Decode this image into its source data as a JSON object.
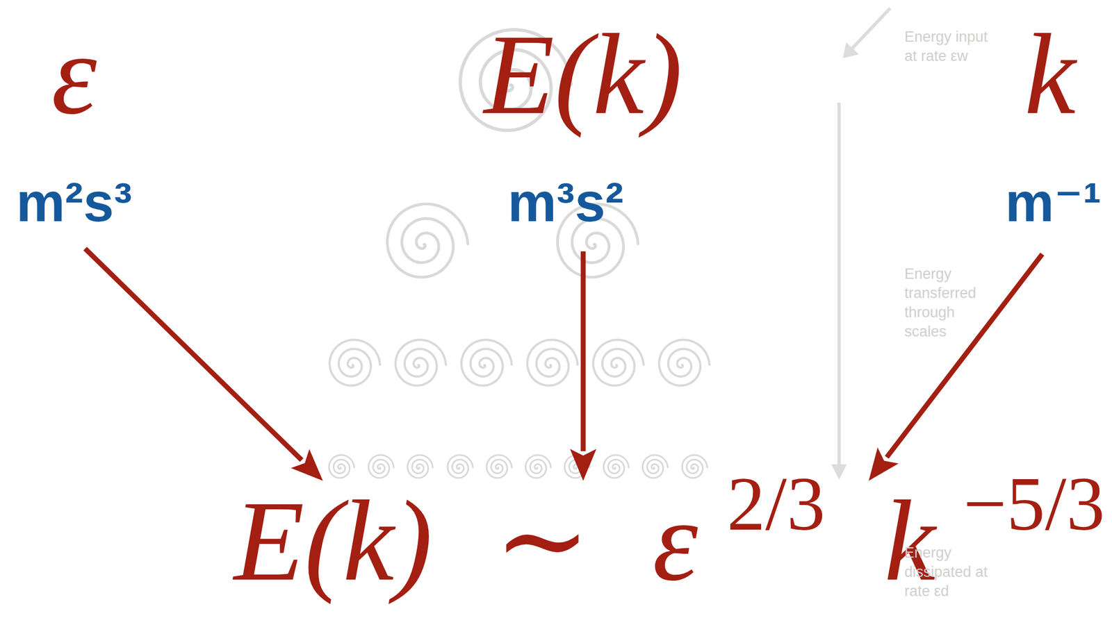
{
  "diagram": {
    "nodes": [
      {
        "text": [
          "ε",
          "m²s³"
        ]
      },
      {
        "text": [
          "E(k)",
          "m³s²"
        ]
      },
      {
        "text": [
          "k",
          "m⁻¹"
        ]
      },
      {
        "text": [
          "E(k) ∼ ε",
          "2/3",
          "k",
          "−5/3"
        ]
      }
    ],
    "edges": [
      {
        "from": 0,
        "to": 3,
        "arrow": "to"
      },
      {
        "from": 1,
        "to": 3,
        "arrow": "to"
      },
      {
        "from": 2,
        "to": 3,
        "arrow": "to"
      }
    ],
    "labels": [
      "Energy input at rate εw",
      "Energy transferred through scales",
      "Energy dissipated at rate εd"
    ]
  }
}
